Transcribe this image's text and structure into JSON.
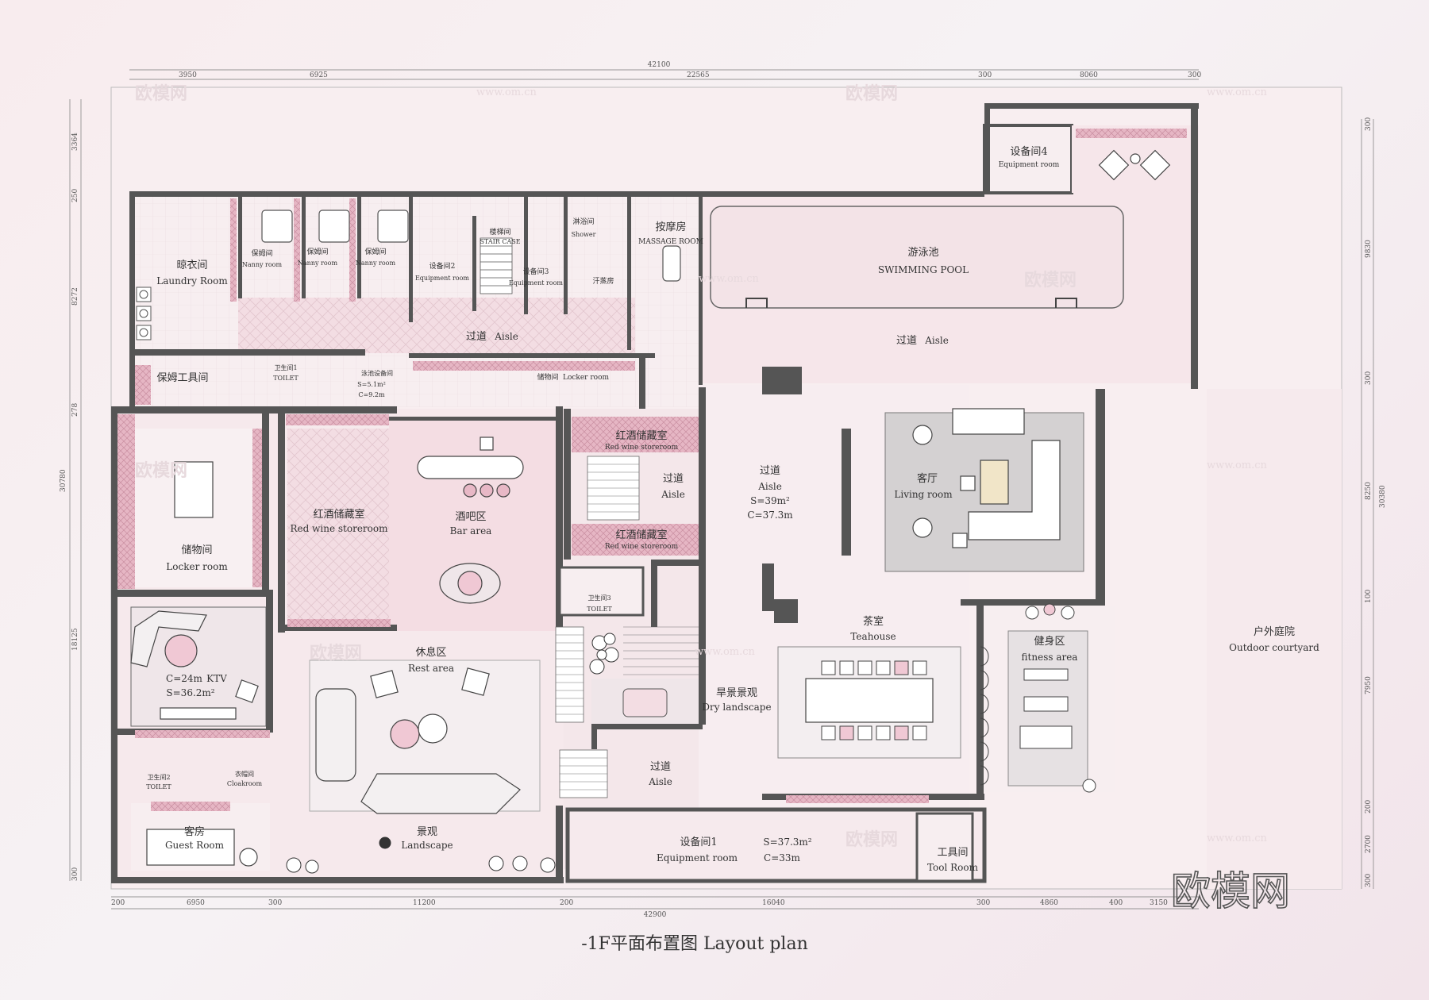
{
  "drawing_title": "-1F平面布置图  Layout plan",
  "brand_watermark": "欧模网",
  "site_watermark": "www.om.cn",
  "rooms": {
    "equipment4": {
      "cn": "设备间4",
      "en": "Equipment room"
    },
    "laundry": {
      "cn": "晾衣间",
      "en": "Laundry Room"
    },
    "nanny1": {
      "cn": "保姆间",
      "en": "Nanny room"
    },
    "nanny2": {
      "cn": "保姆间",
      "en": "Nanny room"
    },
    "nanny3": {
      "cn": "保姆间",
      "en": "Nanny room"
    },
    "equipment2": {
      "cn": "设备间2",
      "en": "Equipment room"
    },
    "stair": {
      "cn": "楼梯间",
      "en": "STAIR CASE"
    },
    "equipment3": {
      "cn": "设备间3",
      "en": "Equipment room"
    },
    "shower": {
      "cn": "淋浴间",
      "en": "Shower"
    },
    "sauna": {
      "cn": "汗蒸房"
    },
    "massage": {
      "cn": "按摩房",
      "en": "MASSAGE ROOM"
    },
    "pool": {
      "cn": "游泳池",
      "en": "SWIMMING  POOL"
    },
    "aisle_top_left": {
      "cn": "过道",
      "en": "Aisle"
    },
    "aisle_top_right": {
      "cn": "过道",
      "en": "Aisle"
    },
    "nanny_tool": {
      "cn": "保姆工具间"
    },
    "toilet1": {
      "cn": "卫生间1",
      "en": "TOILET"
    },
    "pool_equipment": {
      "cn": "泳池设备间",
      "area": "S=5.1m²",
      "perimeter": "C=9.2m"
    },
    "locker_top": {
      "cn": "储物间",
      "en": "Locker room"
    },
    "wine_top": {
      "cn": "红酒储藏室",
      "en": "Red wine storeroom"
    },
    "wine_mid": {
      "cn": "红酒储藏室",
      "en": "Red wine storeroom"
    },
    "aisle_mid": {
      "cn": "过道",
      "en": "Aisle"
    },
    "aisle_main": {
      "cn": "过道",
      "en": "Aisle",
      "area": "S=39m²",
      "perimeter": "C=37.3m"
    },
    "living": {
      "cn": "客厅",
      "en": "Living room"
    },
    "locker_left": {
      "cn": "储物间",
      "en": "Locker room"
    },
    "wine_left": {
      "cn": "红酒储藏室",
      "en": "Red wine storeroom"
    },
    "bar": {
      "cn": "酒吧区",
      "en": "Bar area"
    },
    "toilet3": {
      "cn": "卫生间3",
      "en": "TOILET"
    },
    "ktv": {
      "perimeter": "C=24m",
      "cn_en": "KTV",
      "area": "S=36.2m²"
    },
    "rest": {
      "cn": "休息区",
      "en": "Rest area"
    },
    "dry": {
      "cn": "旱景景观",
      "en": "Dry landscape"
    },
    "teahouse": {
      "cn": "茶室",
      "en": "Teahouse"
    },
    "fitness": {
      "cn": "健身区",
      "en": "fitness area"
    },
    "outdoor": {
      "cn": "户外庭院",
      "en": "Outdoor courtyard"
    },
    "toilet2": {
      "cn": "卫生间2",
      "en": "TOILET"
    },
    "cloakroom": {
      "cn": "衣帽间",
      "en": "Cloakroom"
    },
    "guest": {
      "cn": "客房",
      "en": "Guest Room"
    },
    "landscape": {
      "cn": "景观",
      "en": "Landscape"
    },
    "aisle_bottom": {
      "cn": "过道",
      "en": "Aisle"
    },
    "equipment1": {
      "cn": "设备间1",
      "en": "Equipment room",
      "area": "S=37.3m²",
      "perimeter": "C=33m"
    },
    "tool": {
      "cn": "工具间",
      "en": "Tool Room"
    }
  },
  "dimensions": {
    "top_total": "42100",
    "top_segments": [
      "3950",
      "6925",
      "22565",
      "300",
      "8060",
      "300"
    ],
    "bottom_total": "42900",
    "bottom_segments": [
      "200",
      "6950",
      "300",
      "11200",
      "200",
      "16040",
      "300",
      "4860",
      "400",
      "3150"
    ],
    "left_total": "30780",
    "left_segments": [
      "3364",
      "250",
      "8272",
      "278",
      "18125",
      "300"
    ],
    "right_total": "30380",
    "right_segments": [
      "300",
      "9830",
      "300",
      "8250",
      "100",
      "7950",
      "200",
      "2700",
      "300"
    ]
  }
}
